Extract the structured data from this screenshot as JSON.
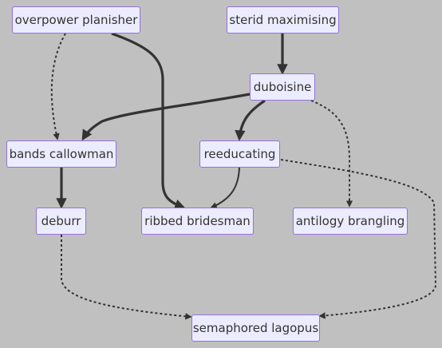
{
  "diagram": {
    "nodes": {
      "overpower_planisher": "overpower planisher",
      "sterid_maximising": "sterid maximising",
      "duboisine": "duboisine",
      "bands_callowman": "bands callowman",
      "reeducating": "reeducating",
      "deburr": "deburr",
      "ribbed_bridesman": "ribbed bridesman",
      "antilogy_brangling": "antilogy brangling",
      "semaphored_lagopus": "semaphored lagopus"
    },
    "edges": [
      {
        "from": "overpower_planisher",
        "to": "bands_callowman",
        "style": "dotted"
      },
      {
        "from": "overpower_planisher",
        "to": "ribbed_bridesman",
        "style": "thick"
      },
      {
        "from": "sterid_maximising",
        "to": "duboisine",
        "style": "thick"
      },
      {
        "from": "duboisine",
        "to": "bands_callowman",
        "style": "thick"
      },
      {
        "from": "duboisine",
        "to": "reeducating",
        "style": "thick"
      },
      {
        "from": "duboisine",
        "to": "antilogy_brangling",
        "style": "dotted"
      },
      {
        "from": "bands_callowman",
        "to": "deburr",
        "style": "thick"
      },
      {
        "from": "reeducating",
        "to": "ribbed_bridesman",
        "style": "normal"
      },
      {
        "from": "reeducating",
        "to": "semaphored_lagopus",
        "style": "dotted"
      },
      {
        "from": "deburr",
        "to": "semaphored_lagopus",
        "style": "dotted"
      }
    ]
  }
}
